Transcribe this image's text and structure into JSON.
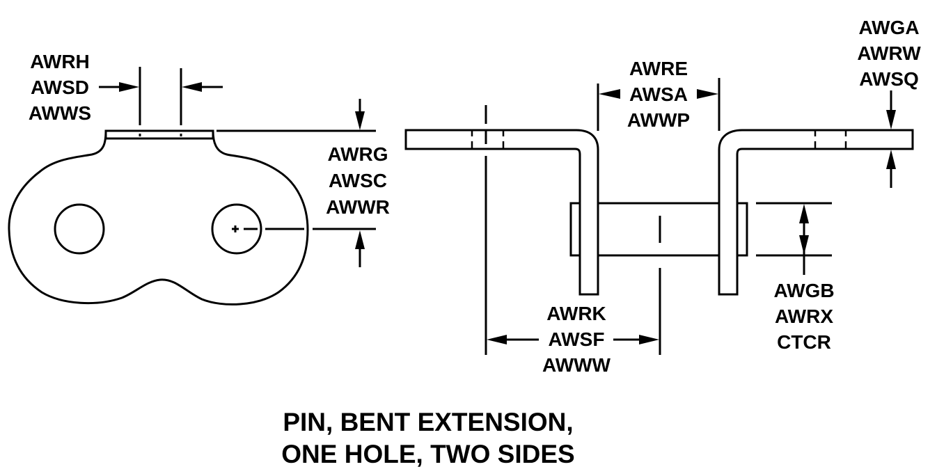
{
  "diagram": {
    "title_lines": [
      "PIN, BENT EXTENSION,",
      "ONE HOLE, TWO SIDES"
    ],
    "colors": {
      "line": "#000000",
      "background": "#ffffff"
    },
    "labels": {
      "top_left_width": [
        "AWRH",
        "AWSD",
        "AWWS"
      ],
      "side_height": [
        "AWRG",
        "AWSC",
        "AWWR"
      ],
      "inner_width": [
        "AWRE",
        "AWSA",
        "AWWP"
      ],
      "extension_thickness": [
        "AWGA",
        "AWRW",
        "AWSQ"
      ],
      "pin_diameter": [
        "AWGB",
        "AWRX",
        "CTCR"
      ],
      "hole_to_center": [
        "AWRK",
        "AWSF",
        "AWWW"
      ]
    }
  }
}
